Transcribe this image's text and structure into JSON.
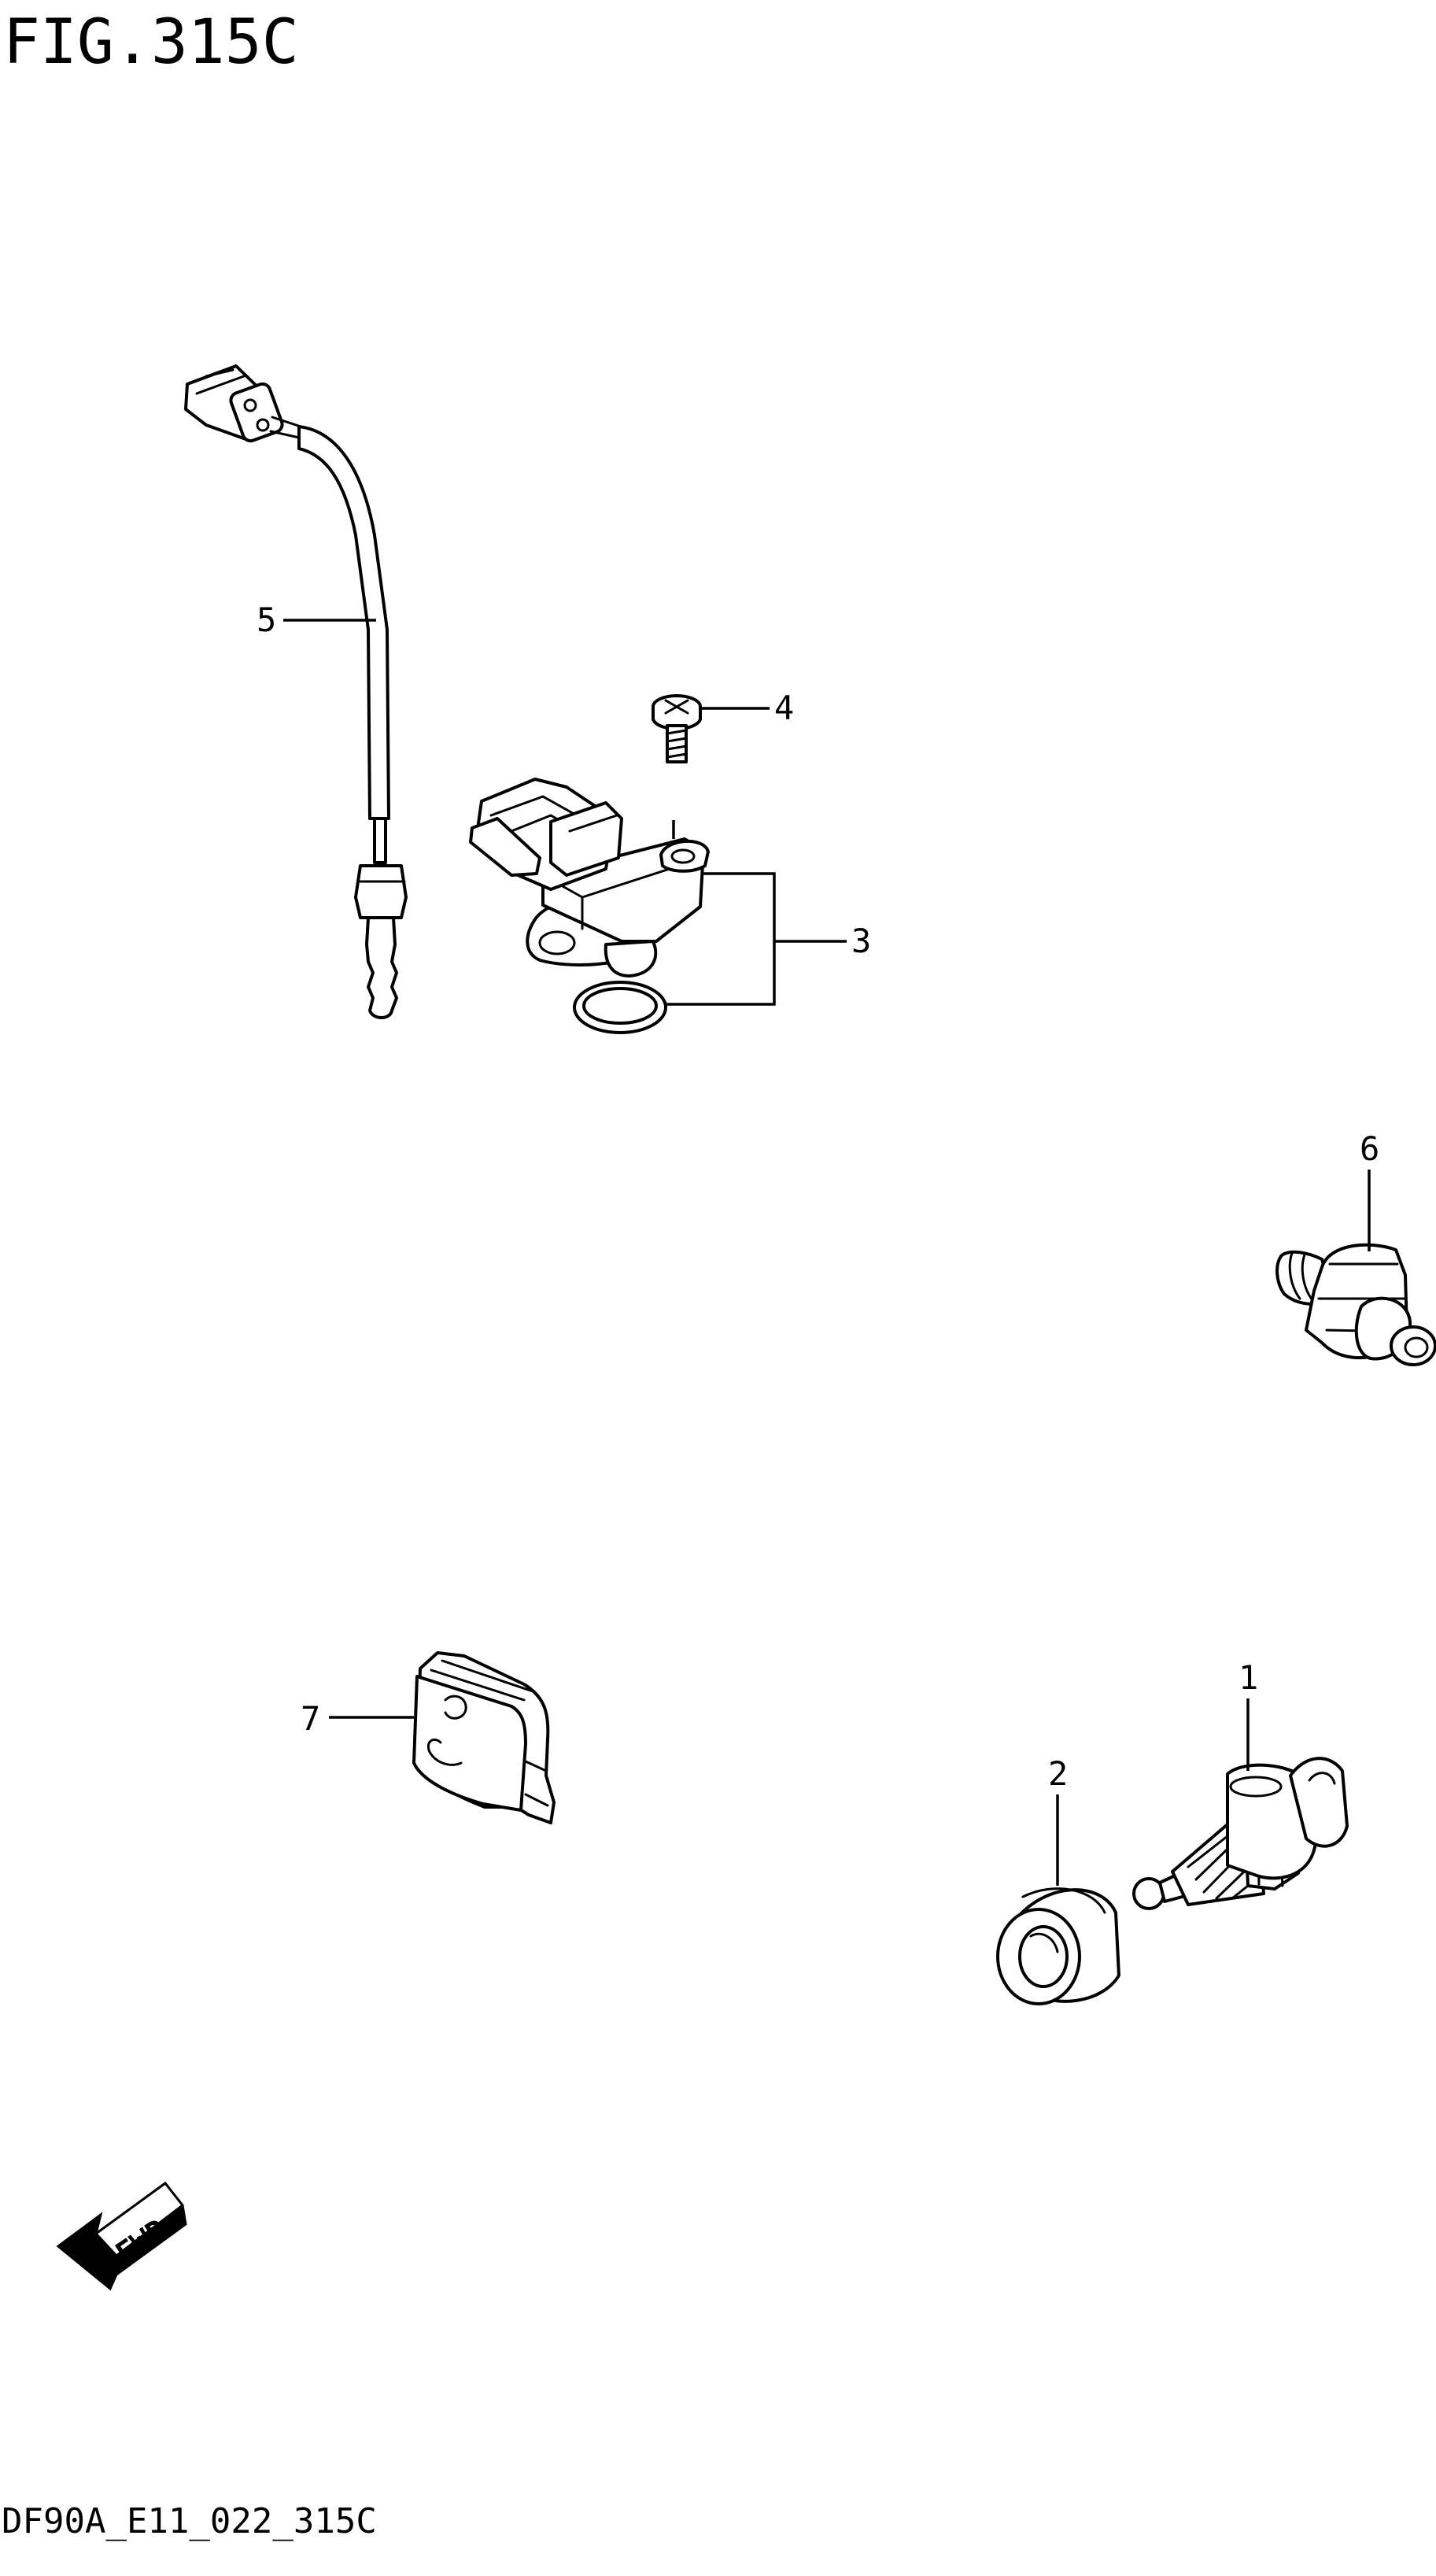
{
  "figure": {
    "title": "FIG.315C",
    "code": "DF90A_E11_022_315C"
  },
  "callouts": [
    {
      "id": "1",
      "label": "1"
    },
    {
      "id": "2",
      "label": "2"
    },
    {
      "id": "3",
      "label": "3"
    },
    {
      "id": "4",
      "label": "4"
    },
    {
      "id": "5",
      "label": "5"
    },
    {
      "id": "6",
      "label": "6"
    },
    {
      "id": "7",
      "label": "7"
    }
  ],
  "direction_marker": {
    "label": "FWD",
    "icon": "fwd-arrow-icon"
  }
}
